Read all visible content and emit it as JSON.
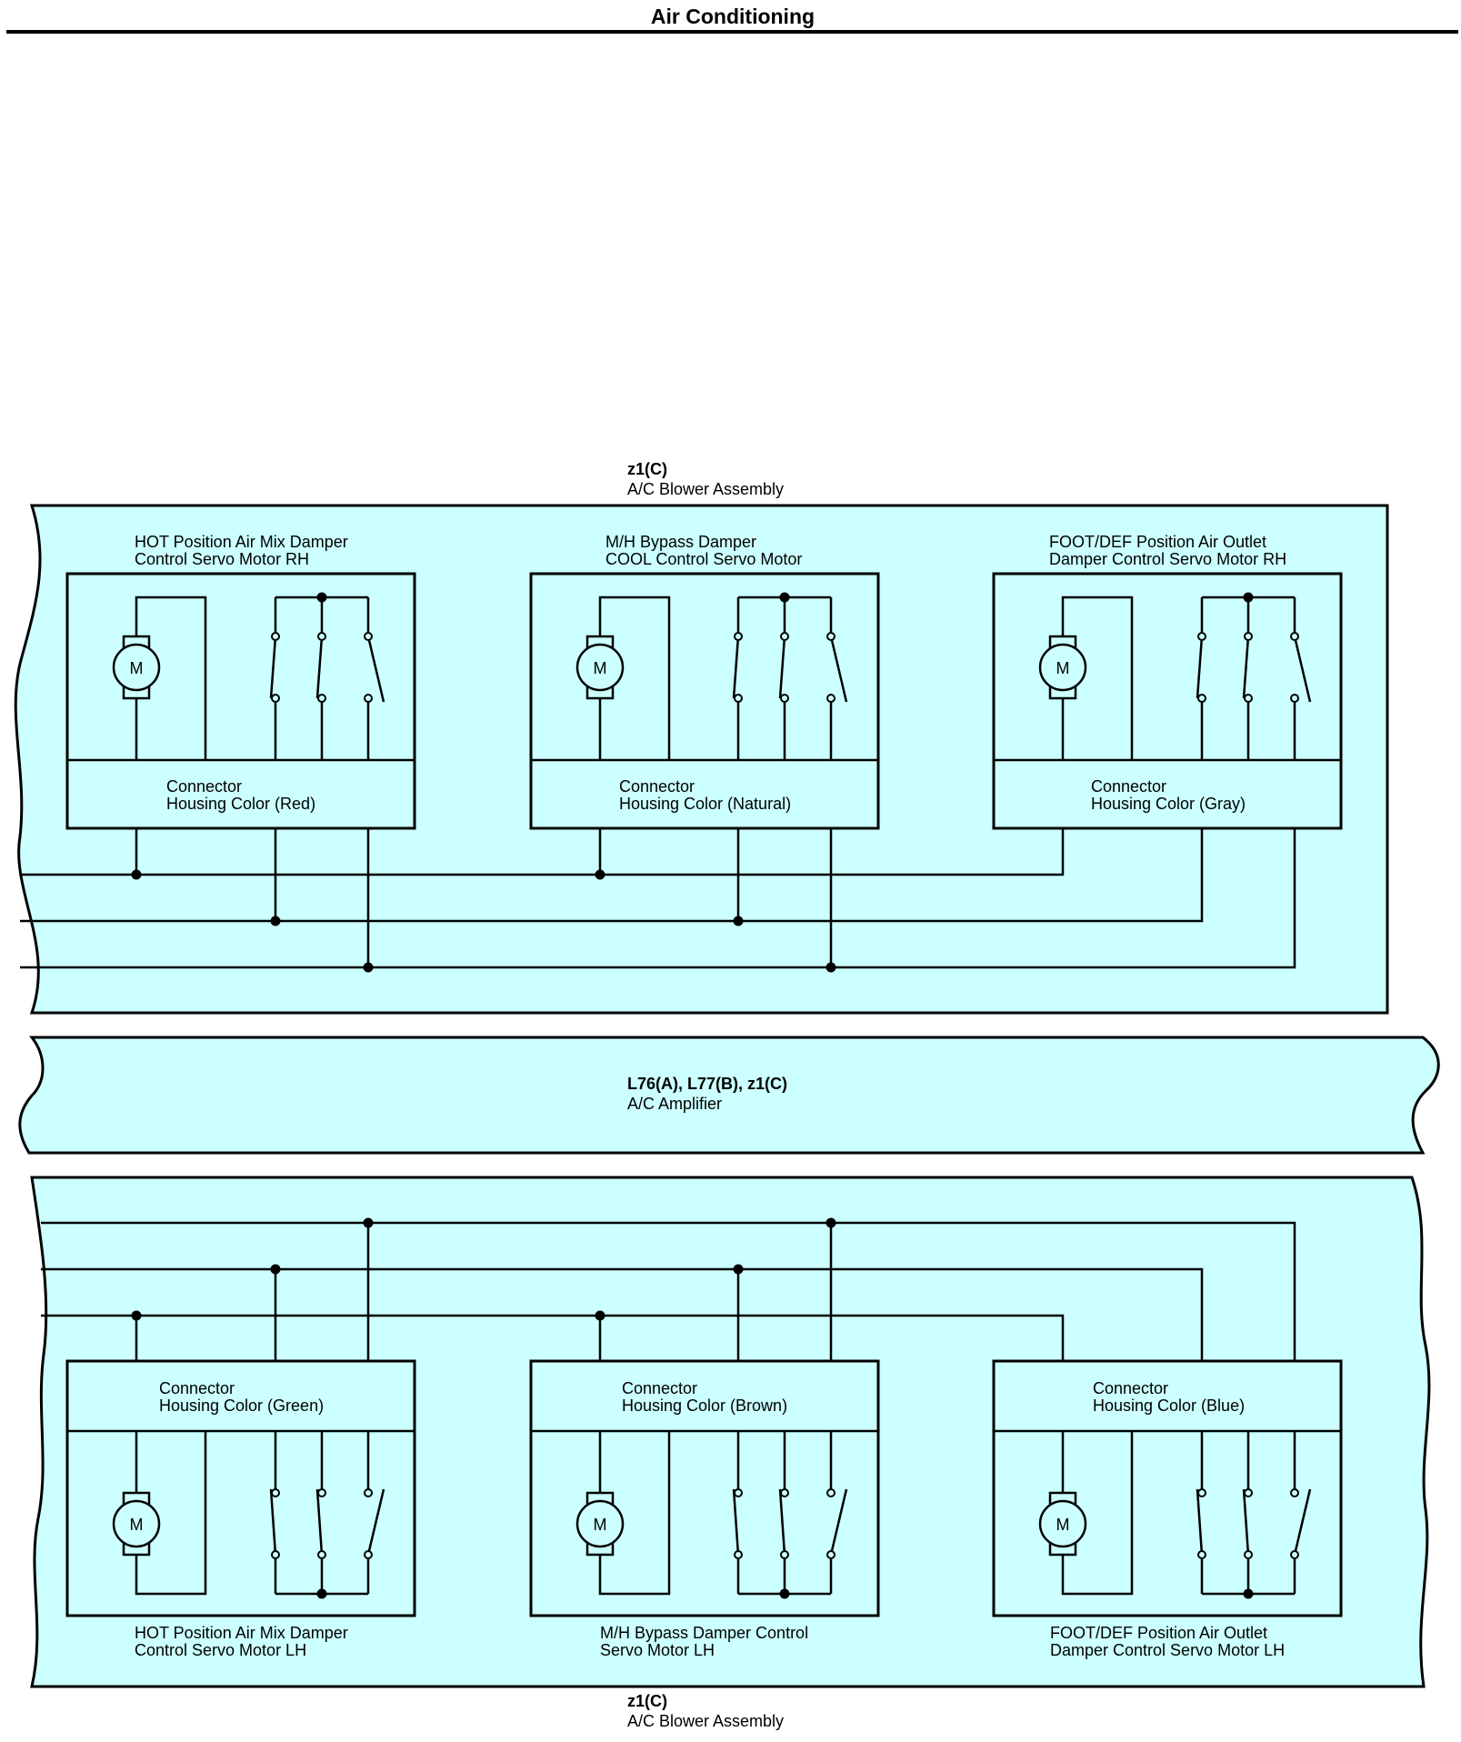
{
  "header": {
    "title": "Air Conditioning"
  },
  "colors": {
    "panel_fill": "#ccffff",
    "line": "#000000"
  },
  "top_assembly": {
    "code": "z1(C)",
    "name": "A/C Blower Assembly",
    "components": [
      {
        "name_line1": "HOT Position Air Mix Damper",
        "name_line2": "Control Servo Motor RH",
        "conn_line1": "Connector",
        "conn_line2": "Housing Color (Red)",
        "motor_label": "M"
      },
      {
        "name_line1": "M/H Bypass Damper",
        "name_line2": "COOL Control Servo Motor",
        "conn_line1": "Connector",
        "conn_line2": "Housing Color (Natural)",
        "motor_label": "M"
      },
      {
        "name_line1": "FOOT/DEF Position Air Outlet",
        "name_line2": "Damper Control Servo Motor RH",
        "conn_line1": "Connector",
        "conn_line2": "Housing Color (Gray)",
        "motor_label": "M"
      }
    ]
  },
  "amplifier": {
    "code": "L76(A), L77(B), z1(C)",
    "name": "A/C Amplifier"
  },
  "bottom_assembly": {
    "code": "z1(C)",
    "name": "A/C Blower Assembly",
    "components": [
      {
        "name_line1": "HOT Position Air Mix Damper",
        "name_line2": "Control Servo Motor LH",
        "conn_line1": "Connector",
        "conn_line2": "Housing Color (Green)",
        "motor_label": "M"
      },
      {
        "name_line1": "M/H Bypass Damper Control",
        "name_line2": "Servo Motor LH",
        "conn_line1": "Connector",
        "conn_line2": "Housing Color (Brown)",
        "motor_label": "M"
      },
      {
        "name_line1": "FOOT/DEF Position Air Outlet",
        "name_line2": "Damper Control Servo Motor LH",
        "conn_line1": "Connector",
        "conn_line2": "Housing Color (Blue)",
        "motor_label": "M"
      }
    ]
  }
}
